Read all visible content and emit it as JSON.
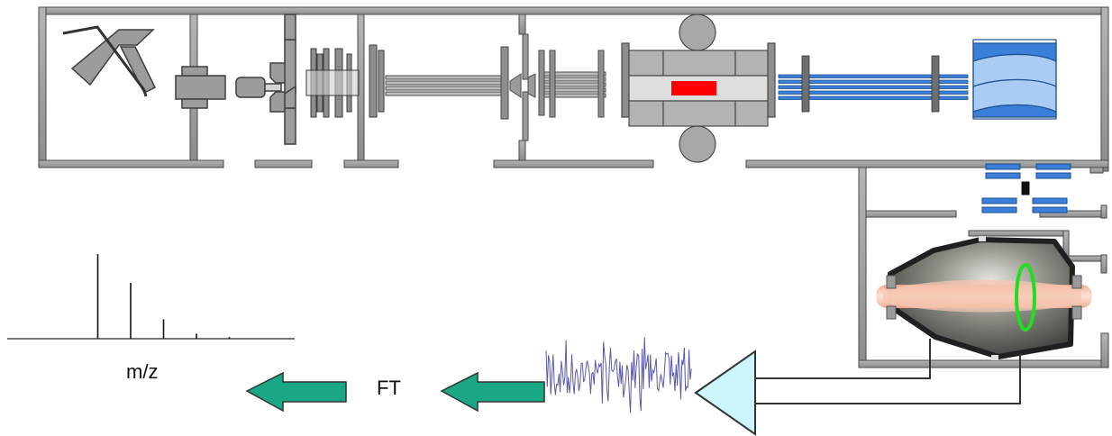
{
  "labels": {
    "mz": "m/z",
    "ft": "FT"
  },
  "colors": {
    "wall": "#9a9a9a",
    "wall_stroke": "#4a4a4a",
    "electrode": "#b9b9b9",
    "trap_body": "#c4c4c4",
    "ion_cloud": "#ff0000",
    "guide_blue": "#3b7fd9",
    "lens_blue": "#2f7fd6",
    "orbitrap_shell": "#3a3a3a",
    "ion_beam": "#f4b7a0",
    "ion_ring": "#22dd22",
    "amplifier": "#ccf6fb",
    "arrow": "#1aa884",
    "signal": "#5a5aa8"
  },
  "spectrum_peaks": [
    {
      "mz": 1,
      "height": 1.0
    },
    {
      "mz": 2,
      "height": 0.66
    },
    {
      "mz": 3,
      "height": 0.23
    },
    {
      "mz": 4,
      "height": 0.06
    },
    {
      "mz": 5,
      "height": 0.02
    }
  ]
}
